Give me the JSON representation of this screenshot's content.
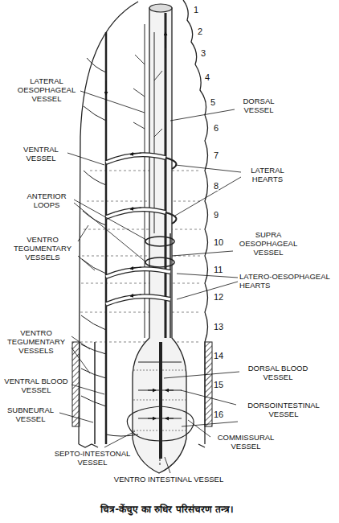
{
  "diagram": {
    "caption": "चित्र-केंचुए का रुधिर परिसंचरण तन्त्र।",
    "labels": [
      "1",
      "2",
      "3",
      "4",
      "5",
      "6",
      "7",
      "8",
      "9",
      "10",
      "11",
      "12",
      "13",
      "14",
      "15",
      "16",
      "LATERAL OESOPHAGEAL VESSEL",
      "DORSAL VESSEL",
      "VENTRAL VESSEL",
      "LATERAL HEARTS",
      "ANTERIOR LOOPS",
      "SUPRA OESOPHAGEAL VESSEL",
      "VENTRO TEGUMENTARY VESSELS",
      "LATERO-OESOPHAGEAL HEARTS",
      "VENTRO TEGUMENTARY VESSELS",
      "DORSAL BLOOD VESSEL",
      "VENTRAL BLOOD VESSEL",
      "DORSOINTESTINAL VESSEL",
      "SUBNEURAL VESSEL",
      "COMMISSURAL VESSEL",
      "SEPTO-INTESTONAL VESSEL",
      "VENTRO INTESTINAL VESSEL"
    ]
  }
}
